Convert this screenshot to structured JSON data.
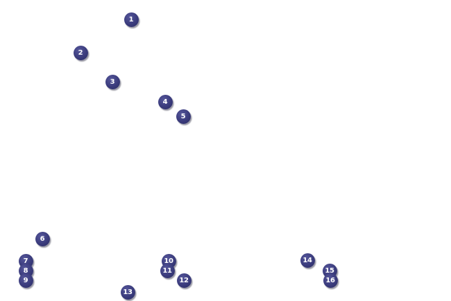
{
  "callouts": [
    {
      "label": "1"
    },
    {
      "label": "2"
    },
    {
      "label": "3"
    },
    {
      "label": "4"
    },
    {
      "label": "5"
    },
    {
      "label": "6"
    },
    {
      "label": "7"
    },
    {
      "label": "8"
    },
    {
      "label": "9"
    },
    {
      "label": "10"
    },
    {
      "label": "11"
    },
    {
      "label": "12"
    },
    {
      "label": "13"
    },
    {
      "label": "14"
    },
    {
      "label": "15"
    },
    {
      "label": "16"
    }
  ],
  "colors": {
    "badge_fill": "#3a3b7c",
    "badge_text": "#ffffff",
    "background": "#ffffff"
  }
}
